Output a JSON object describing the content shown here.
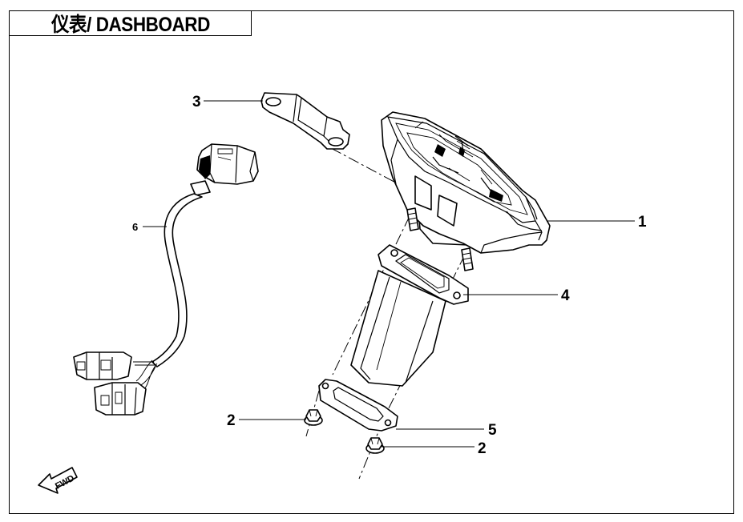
{
  "title": "仪表/ DASHBOARD",
  "callouts": {
    "part1": "1",
    "part2a": "2",
    "part2b": "2",
    "part3": "3",
    "part4": "4",
    "part5": "5",
    "part6": "6"
  },
  "fwd_label": "FWD"
}
